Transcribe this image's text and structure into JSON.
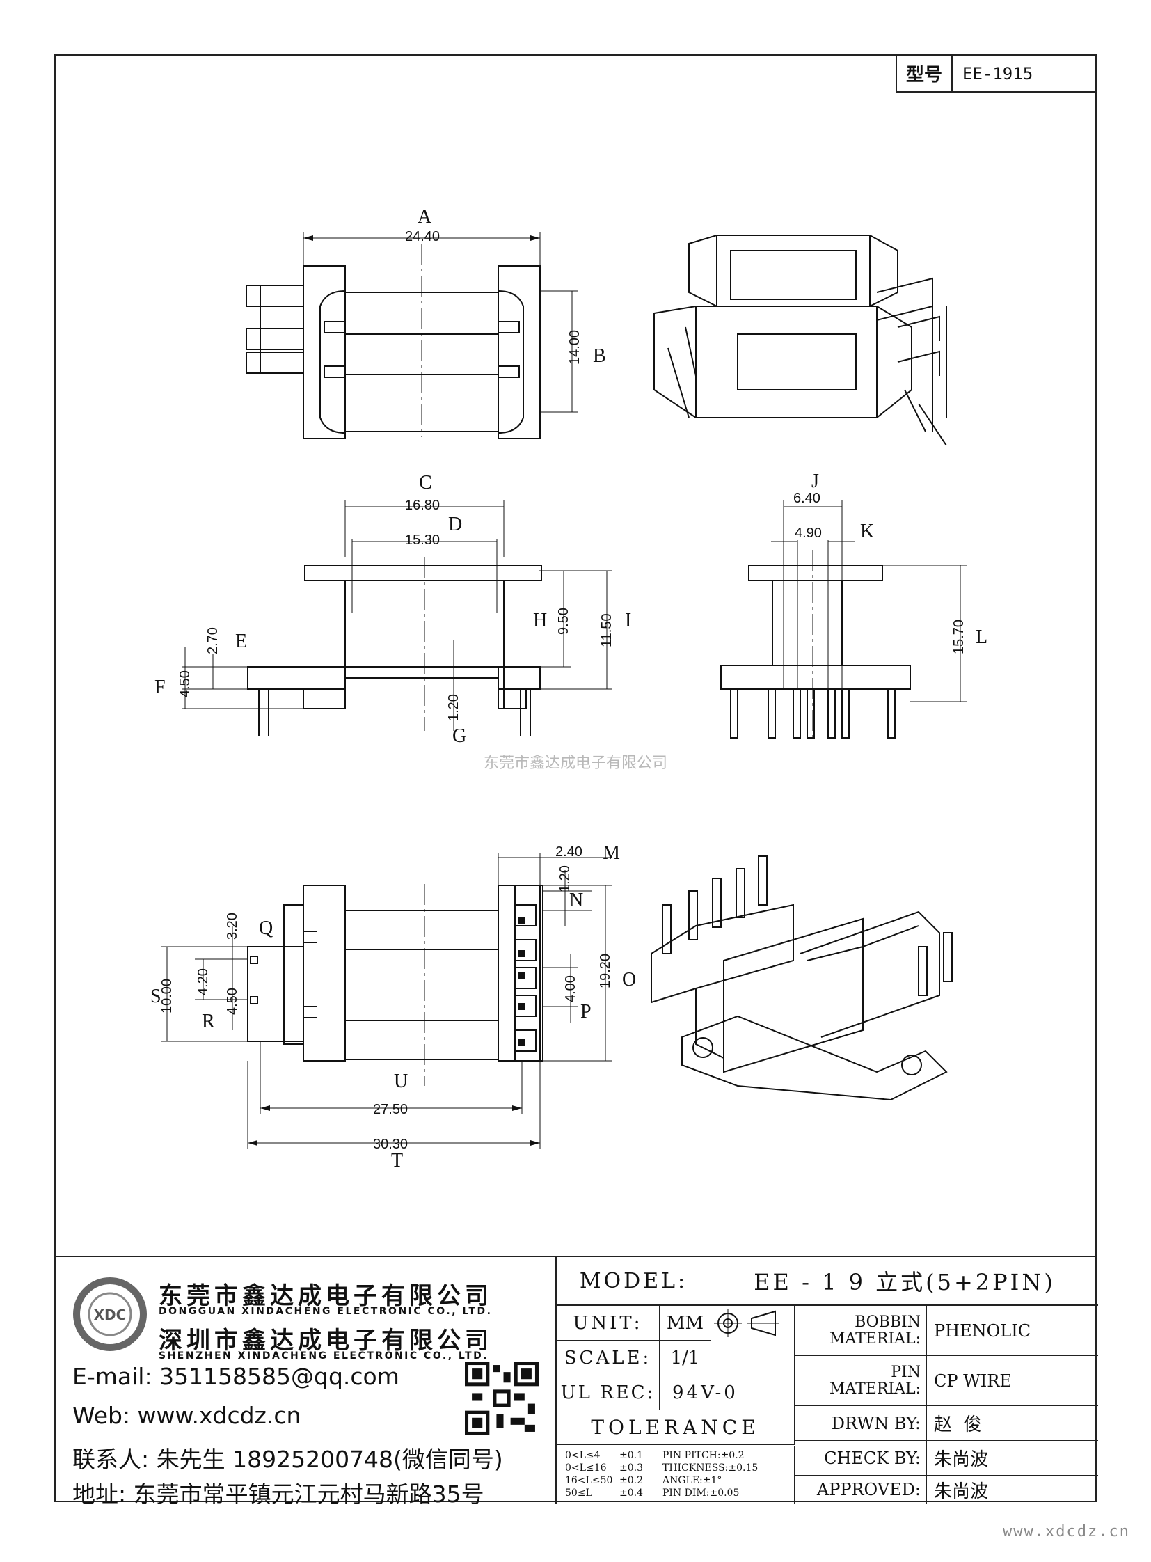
{
  "header": {
    "model_key": "型号",
    "model_value": "EE-1915"
  },
  "dimensions": {
    "A": "A",
    "A_val": "24.40",
    "B": "B",
    "B_val": "14.00",
    "C": "C",
    "C_val": "16.80",
    "D": "D",
    "D_val": "15.30",
    "E": "E",
    "E_val": "2.70",
    "F": "F",
    "F_val": "4.50",
    "G": "G",
    "G_val": "1.20",
    "H": "H",
    "H_val": "9.50",
    "I": "I",
    "I_val": "11.50",
    "J": "J",
    "J_val": "6.40",
    "K": "K",
    "K_val": "4.90",
    "L": "L",
    "L_val": "15.70",
    "M": "M",
    "M_val": "2.40",
    "N": "N",
    "N_val": "1.20",
    "O": "O",
    "O_val": "19.20",
    "P": "P",
    "P_val": "4.00",
    "Q": "Q",
    "Q_val": "3.20",
    "R": "R",
    "R_val": "4.50",
    "S": "S",
    "S_val": "10.00",
    "S2_val": "4.20",
    "T": "T",
    "T_val": "30.30",
    "U": "U",
    "U_val": "27.50"
  },
  "watermark": "东莞市鑫达成电子有限公司",
  "company": {
    "name_dg": "东莞市鑫达成电子有限公司",
    "name_dg_en": "DONGGUAN XINDACHENG ELECTRONIC CO., LTD.",
    "name_sz": "深圳市鑫达成电子有限公司",
    "name_sz_en": "SHENZHEN XINDACHENG ELECTRONIC CO., LTD.",
    "email": "E-mail: 351158585@qq.com",
    "web": "Web: www.xdcdz.cn",
    "contact": "联系人: 朱先生 18925200748(微信同号)",
    "address": "地址: 东莞市常平镇元江元村马新路35号",
    "logo_text": "XDC"
  },
  "title_block": {
    "model_label": "MODEL:",
    "model_value": "EE - 1 9 立式(5+2PIN)",
    "unit_label": "UNIT:",
    "unit_value": "MM",
    "scale_label": "SCALE:",
    "scale_value": "1/1",
    "ul_label": "UL REC:",
    "ul_value": "94V-0",
    "tolerance_label": "TOLERANCE",
    "tol_rows": [
      {
        "range": "0<L≤4",
        "val": "±0.1",
        "k": "PIN PITCH:±0.2"
      },
      {
        "range": "0<L≤16",
        "val": "±0.3",
        "k": "THICKNESS:±0.15"
      },
      {
        "range": "16<L≤50",
        "val": "±0.2",
        "k": "ANGLE:±1°"
      },
      {
        "range": "50≤L",
        "val": "±0.4",
        "k": "PIN DIM:±0.05"
      }
    ],
    "bobbin_label_1": "BOBBIN",
    "bobbin_label_2": "MATERIAL:",
    "bobbin_value": "PHENOLIC",
    "pin_label_1": "PIN",
    "pin_label_2": "MATERIAL:",
    "pin_value": "CP WIRE",
    "drawn_label": "DRWN BY:",
    "drawn_value": "赵  俊",
    "check_label": "CHECK BY:",
    "check_value": "朱尚波",
    "approved_label": "APPROVED:",
    "approved_value": "朱尚波"
  },
  "footer_site": "www.xdcdz.cn"
}
